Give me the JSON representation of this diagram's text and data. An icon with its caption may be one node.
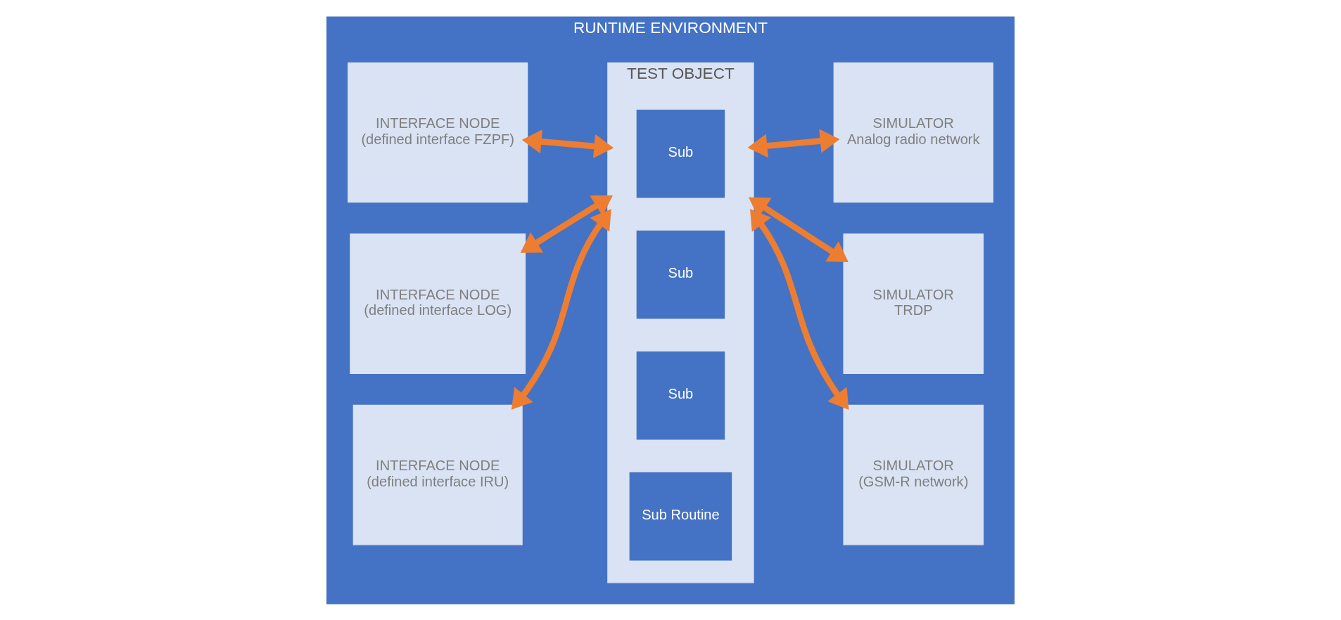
{
  "diagram": {
    "nodes": [
      {
        "text": [
          "RUNTIME ENVIRONMENT"
        ]
      },
      {
        "text": [
          "INTERFACE NODE",
          "(defined interface FZPF)"
        ],
        "in": 0
      },
      {
        "text": [
          "INTERFACE NODE",
          "(defined interface LOG)"
        ],
        "in": 0
      },
      {
        "text": [
          "INTERFACE NODE",
          "(defined interface IRU)"
        ],
        "in": 0
      },
      {
        "text": [
          "TEST OBJECT"
        ],
        "in": 0
      },
      {
        "text": [
          "Sub"
        ],
        "in": 4
      },
      {
        "text": [
          "Sub"
        ],
        "in": 4
      },
      {
        "text": [
          "Sub"
        ],
        "in": 4
      },
      {
        "text": [
          "Sub Routine"
        ],
        "in": 4
      },
      {
        "text": [
          "SIMULATOR",
          "(GSM-R network)"
        ],
        "in": 0
      },
      {
        "text": [
          "SIMULATOR",
          "TRDP"
        ],
        "in": 0
      },
      {
        "text": [
          "SIMULATOR",
          "Analog radio network"
        ],
        "in": 0
      }
    ],
    "edges": [
      {
        "from": 1,
        "to": 4,
        "arrow": "both"
      },
      {
        "from": 2,
        "to": 4,
        "arrow": "both"
      },
      {
        "from": 3,
        "to": 4,
        "arrow": "both"
      },
      {
        "from": 4,
        "to": 9,
        "arrow": "both"
      },
      {
        "from": 4,
        "to": 10,
        "arrow": "both"
      },
      {
        "from": 4,
        "to": 11,
        "arrow": "both"
      }
    ]
  }
}
